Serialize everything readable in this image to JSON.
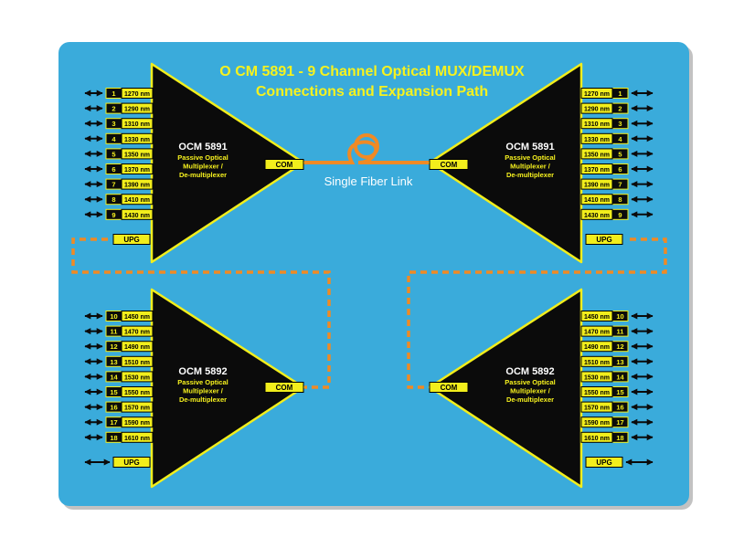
{
  "title": {
    "line1": "O CM 5891 - 9 Channel Optical MUX/DEMUX",
    "line2": "Connections and Expansion Path"
  },
  "link_label": "Single Fiber Link",
  "colors": {
    "board": "#3aabdb",
    "triangle": "#0b0b0b",
    "triangle_border": "#f2ee1c",
    "label_fill": "#f2ee1c",
    "text_yellow": "#f7f21e",
    "fiber": "#f08a24"
  },
  "units": [
    {
      "id": "top-left",
      "model": "OCM 5891",
      "desc1": "Passive Optical",
      "desc2": "Multiplexer /",
      "desc3": "De-multiplexer",
      "com": "COM",
      "upg": "UPG",
      "channels": [
        {
          "num": "1",
          "wl": "1270 nm"
        },
        {
          "num": "2",
          "wl": "1290 nm"
        },
        {
          "num": "3",
          "wl": "1310 nm"
        },
        {
          "num": "4",
          "wl": "1330 nm"
        },
        {
          "num": "5",
          "wl": "1350 nm"
        },
        {
          "num": "6",
          "wl": "1370 nm"
        },
        {
          "num": "7",
          "wl": "1390 nm"
        },
        {
          "num": "8",
          "wl": "1410 nm"
        },
        {
          "num": "9",
          "wl": "1430 nm"
        }
      ]
    },
    {
      "id": "top-right",
      "model": "OCM 5891",
      "desc1": "Passive Optical",
      "desc2": "Multiplexer /",
      "desc3": "De-multiplexer",
      "com": "COM",
      "upg": "UPG",
      "channels": [
        {
          "num": "1",
          "wl": "1270 nm"
        },
        {
          "num": "2",
          "wl": "1290 nm"
        },
        {
          "num": "3",
          "wl": "1310 nm"
        },
        {
          "num": "4",
          "wl": "1330 nm"
        },
        {
          "num": "5",
          "wl": "1350 nm"
        },
        {
          "num": "6",
          "wl": "1370 nm"
        },
        {
          "num": "7",
          "wl": "1390 nm"
        },
        {
          "num": "8",
          "wl": "1410 nm"
        },
        {
          "num": "9",
          "wl": "1430 nm"
        }
      ]
    },
    {
      "id": "bottom-left",
      "model": "OCM 5892",
      "desc1": "Passive Optical",
      "desc2": "Multiplexer /",
      "desc3": "De-multiplexer",
      "com": "COM",
      "upg": "UPG",
      "channels": [
        {
          "num": "10",
          "wl": "1450 nm"
        },
        {
          "num": "11",
          "wl": "1470 nm"
        },
        {
          "num": "12",
          "wl": "1490 nm"
        },
        {
          "num": "13",
          "wl": "1510 nm"
        },
        {
          "num": "14",
          "wl": "1530 nm"
        },
        {
          "num": "15",
          "wl": "1550 nm"
        },
        {
          "num": "16",
          "wl": "1570 nm"
        },
        {
          "num": "17",
          "wl": "1590 nm"
        },
        {
          "num": "18",
          "wl": "1610 nm"
        }
      ]
    },
    {
      "id": "bottom-right",
      "model": "OCM 5892",
      "desc1": "Passive Optical",
      "desc2": "Multiplexer /",
      "desc3": "De-multiplexer",
      "com": "COM",
      "upg": "UPG",
      "channels": [
        {
          "num": "10",
          "wl": "1450 nm"
        },
        {
          "num": "11",
          "wl": "1470 nm"
        },
        {
          "num": "12",
          "wl": "1490 nm"
        },
        {
          "num": "13",
          "wl": "1510 nm"
        },
        {
          "num": "14",
          "wl": "1530 nm"
        },
        {
          "num": "15",
          "wl": "1550 nm"
        },
        {
          "num": "16",
          "wl": "1570 nm"
        },
        {
          "num": "17",
          "wl": "1590 nm"
        },
        {
          "num": "18",
          "wl": "1610 nm"
        }
      ]
    }
  ]
}
